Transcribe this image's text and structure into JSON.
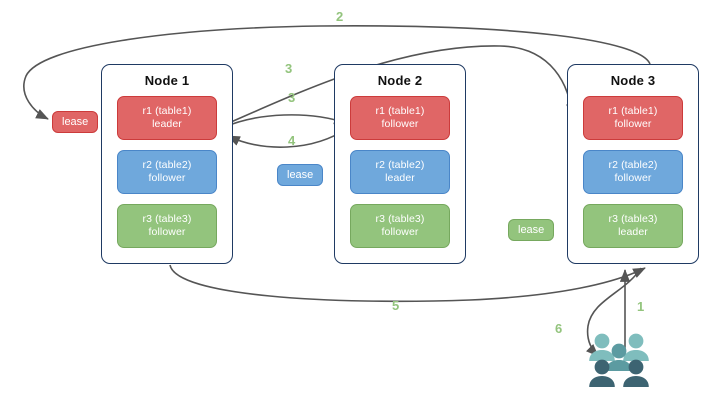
{
  "diagram": {
    "title": "Multi-node range lease transfer diagram",
    "colors": {
      "red": "#e06666",
      "red_border": "#cc3b3b",
      "blue": "#6fa8dc",
      "blue_border": "#4a86c8",
      "green": "#93c47d",
      "green_border": "#76a85e",
      "node_border": "#1f3a63",
      "edge": "#555555",
      "step_label": "#93c47d",
      "people_light": "#7fbdbd",
      "people_mid": "#5c9ba1",
      "people_dark": "#3d6472",
      "background": "#ffffff"
    },
    "nodes": [
      {
        "title": "Node 1",
        "replicas": [
          {
            "name": "r1 (table1)",
            "role": "leader",
            "color": "red"
          },
          {
            "name": "r2 (table2)",
            "role": "follower",
            "color": "blue"
          },
          {
            "name": "r3 (table3)",
            "role": "follower",
            "color": "green"
          }
        ]
      },
      {
        "title": "Node 2",
        "replicas": [
          {
            "name": "r1 (table1)",
            "role": "follower",
            "color": "red"
          },
          {
            "name": "r2 (table2)",
            "role": "leader",
            "color": "blue"
          },
          {
            "name": "r3 (table3)",
            "role": "follower",
            "color": "green"
          }
        ]
      },
      {
        "title": "Node 3",
        "replicas": [
          {
            "name": "r1 (table1)",
            "role": "follower",
            "color": "red"
          },
          {
            "name": "r2 (table2)",
            "role": "follower",
            "color": "blue"
          },
          {
            "name": "r3 (table3)",
            "role": "leader",
            "color": "green"
          }
        ]
      }
    ],
    "leases": [
      {
        "label": "lease",
        "color": "red"
      },
      {
        "label": "lease",
        "color": "blue"
      },
      {
        "label": "lease",
        "color": "green"
      }
    ],
    "steps": [
      {
        "label": "1"
      },
      {
        "label": "2"
      },
      {
        "label": "3"
      },
      {
        "label": "3"
      },
      {
        "label": "4"
      },
      {
        "label": "5"
      },
      {
        "label": "6"
      }
    ],
    "people_icon": "users-icon"
  }
}
